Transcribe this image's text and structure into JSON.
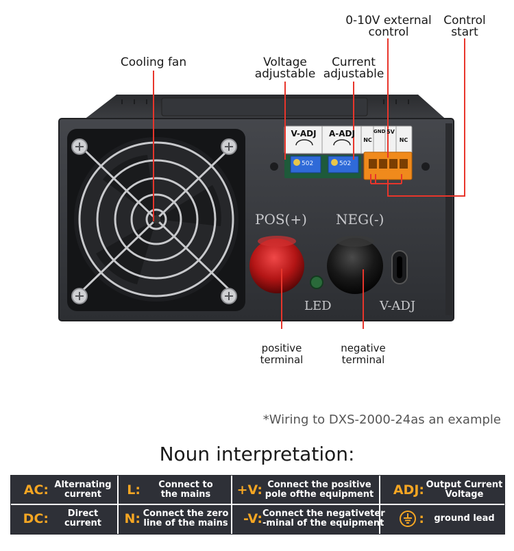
{
  "callouts": {
    "cooling_fan": "Cooling fan",
    "voltage_adj": [
      "Voltage",
      "adjustable"
    ],
    "current_adj": [
      "Current",
      "adjustable"
    ],
    "ext_control": [
      "0-10V external",
      "control"
    ],
    "control_start": [
      "Control",
      "start"
    ],
    "positive_terminal": [
      "positive",
      "terminal"
    ],
    "negative_terminal": [
      "negative",
      "terminal"
    ]
  },
  "device": {
    "vadj_label": "V-ADJ",
    "aadj_label": "A-ADJ",
    "pot_value": "502",
    "nc_left": "NC",
    "gnd": "GND",
    "five_v": "5V",
    "nc_right": "NC",
    "pos_label": "POS(+)",
    "neg_label": "NEG(-)",
    "led_label": "LED",
    "vadj_bottom": "V-ADJ"
  },
  "note": "*Wiring to DXS-2000-24as an example",
  "title": "Noun interpretation:",
  "glossary": [
    {
      "abbr": "AC:",
      "desc": [
        "Alternating",
        "current"
      ]
    },
    {
      "abbr": "L:",
      "desc": [
        "Connect to",
        "the mains"
      ]
    },
    {
      "abbr": "+V:",
      "desc": [
        "Connect the positive",
        "pole ofthe equipment"
      ]
    },
    {
      "abbr": "ADJ:",
      "desc": [
        "Output Current",
        "Voltage"
      ]
    },
    {
      "abbr": "DC:",
      "desc": [
        "Direct",
        "current"
      ]
    },
    {
      "abbr": "N:",
      "desc": [
        "Connect the zero",
        "line of the mains"
      ]
    },
    {
      "abbr": "-V:",
      "desc": [
        "Connect the negativeter",
        "-minal of the equipment"
      ]
    },
    {
      "abbr": ":",
      "desc": [
        "ground lead"
      ],
      "icon": "ground-icon"
    }
  ],
  "colors": {
    "accent": "#f5a623",
    "callout_line": "#e8352b",
    "table_bg": "#2e3037",
    "terminal_orange": "#f08a1c"
  }
}
